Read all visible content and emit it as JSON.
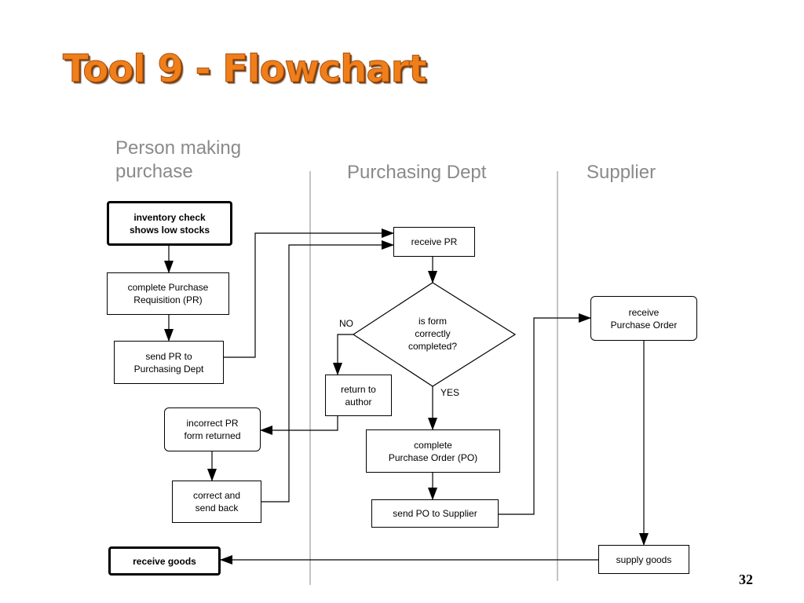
{
  "title": "Tool 9 - Flowchart",
  "page_number": "32",
  "lanes": {
    "person": "Person making\npurchase",
    "purchasing": "Purchasing Dept",
    "supplier": "Supplier"
  },
  "nodes": {
    "inventory_check": "inventory check\nshows low stocks",
    "complete_pr": "complete Purchase\nRequisition (PR)",
    "send_pr": "send PR to\nPurchasing Dept",
    "incorrect_pr": "incorrect PR\nform returned",
    "correct_send_back": "correct and\nsend back",
    "receive_goods": "receive goods",
    "receive_pr": "receive PR",
    "decision": "is form\ncorrectly\ncompleted?",
    "return_to_author": "return to\nauthor",
    "complete_po": "complete\nPurchase Order (PO)",
    "send_po": "send PO to Supplier",
    "receive_po": "receive\nPurchase Order",
    "supply_goods": "supply goods"
  },
  "edge_labels": {
    "no": "NO",
    "yes": "YES"
  }
}
